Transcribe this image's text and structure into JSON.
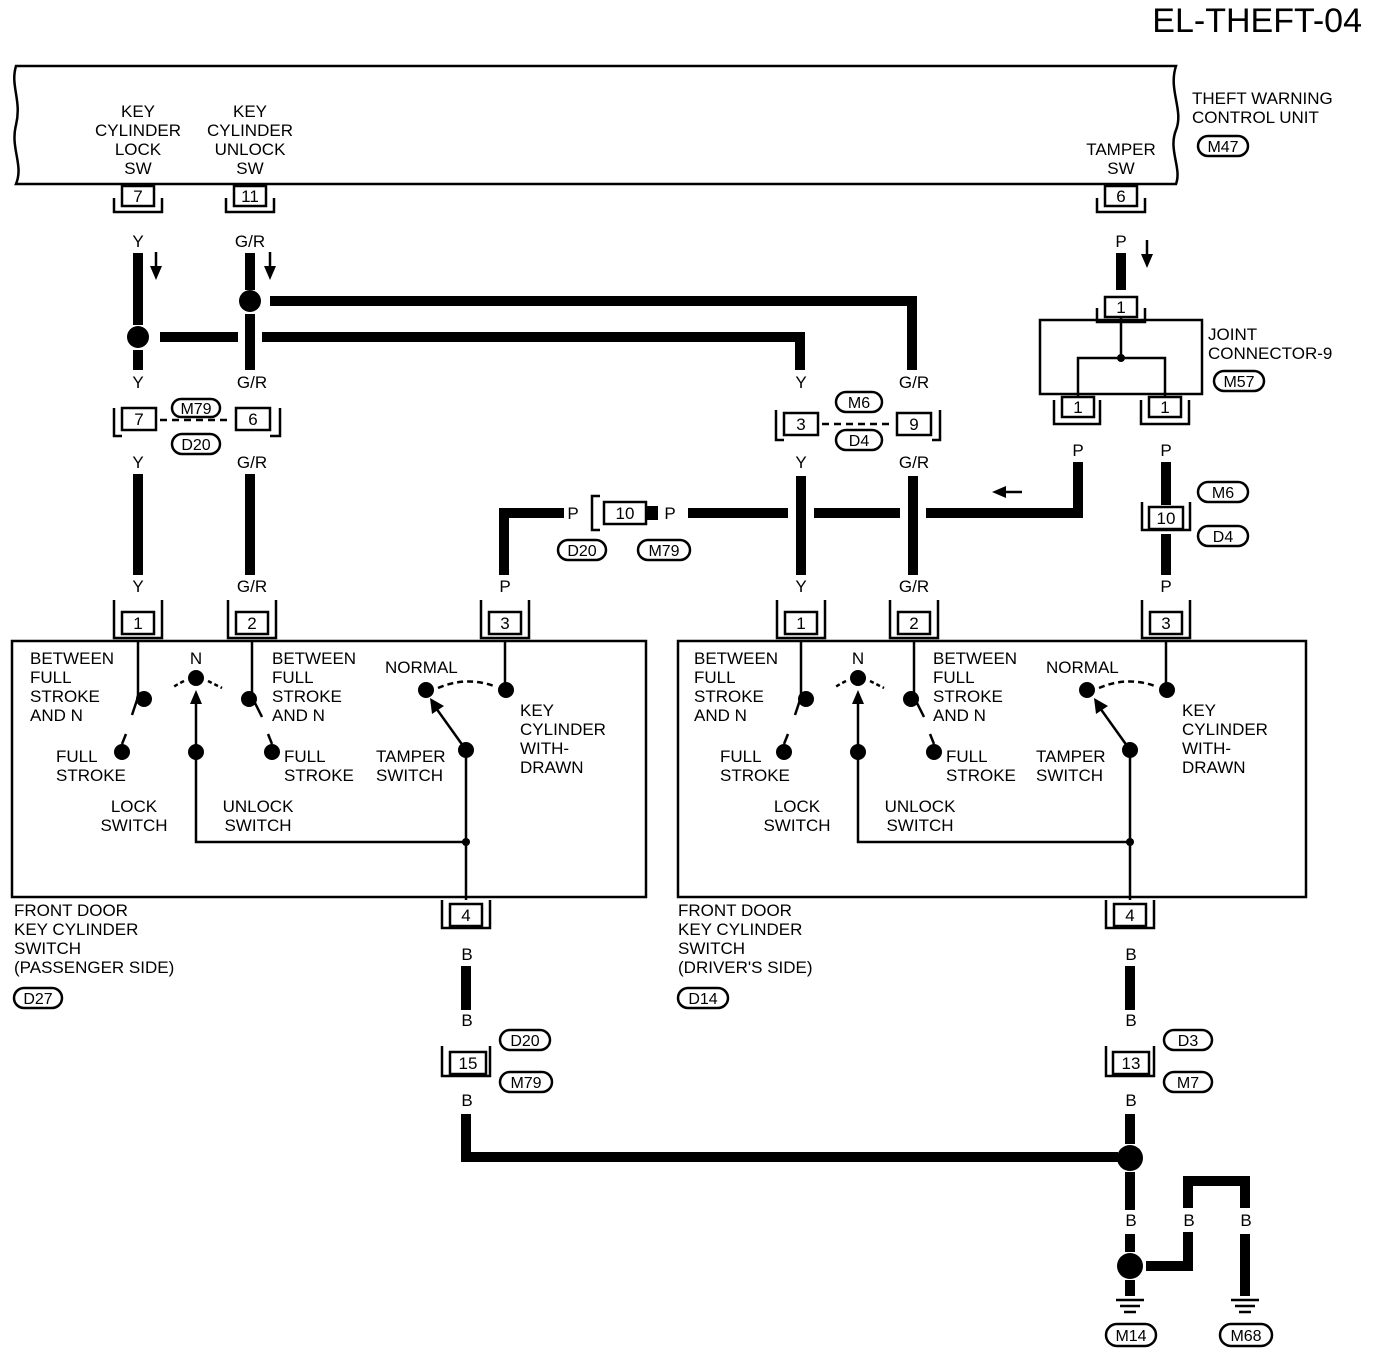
{
  "page_title": "EL-THEFT-04",
  "control_unit": {
    "name_line1": "THEFT WARNING",
    "name_line2": "CONTROL UNIT",
    "connector": "M47",
    "key_lock_sw": [
      "KEY",
      "CYLINDER",
      "LOCK",
      "SW"
    ],
    "key_unlock_sw": [
      "KEY",
      "CYLINDER",
      "UNLOCK",
      "SW"
    ],
    "tamper_sw": [
      "TAMPER",
      "SW"
    ],
    "pins": {
      "lock": "7",
      "unlock": "11",
      "tamper": "6"
    }
  },
  "joint_connector": {
    "name_line1": "JOINT",
    "name_line2": "CONNECTOR-9",
    "connector": "M57",
    "pins": [
      "1",
      "1",
      "1"
    ]
  },
  "wire_colors": {
    "y": "Y",
    "gr": "G/R",
    "p": "P",
    "b": "B"
  },
  "inline_connectors": {
    "pass_y": "7",
    "pass_gr": "6",
    "pass_top": "M79",
    "pass_bottom": "D20",
    "drv_y": "3",
    "drv_gr": "9",
    "drv_top": "M6",
    "drv_bottom": "D4",
    "mid_p": "10",
    "mid_left": "D20",
    "mid_right": "M79",
    "right_p": "10",
    "right_top": "M6",
    "right_bottom": "D4",
    "pass_b": "15",
    "pass_b_top": "D20",
    "pass_b_bottom": "M79",
    "drv_b": "13",
    "drv_b_top": "D3",
    "drv_b_bottom": "M7"
  },
  "switch_passenger": {
    "pins": [
      "1",
      "2",
      "3",
      "4"
    ],
    "between_left": [
      "BETWEEN",
      "FULL",
      "STROKE",
      "AND N"
    ],
    "n_label": "N",
    "between_right": [
      "BETWEEN",
      "FULL",
      "STROKE",
      "AND N"
    ],
    "normal": "NORMAL",
    "key_withdrawn": [
      "KEY",
      "CYLINDER",
      "WITH-",
      "DRAWN"
    ],
    "full_stroke_left": [
      "FULL",
      "STROKE"
    ],
    "full_stroke_right": [
      "FULL",
      "STROKE"
    ],
    "tamper_switch": [
      "TAMPER",
      "SWITCH"
    ],
    "lock_switch": [
      "LOCK",
      "SWITCH"
    ],
    "unlock_switch": [
      "UNLOCK",
      "SWITCH"
    ],
    "name": [
      "FRONT DOOR",
      "KEY CYLINDER",
      "SWITCH",
      "(PASSENGER SIDE)"
    ],
    "connector": "D27"
  },
  "switch_driver": {
    "pins": [
      "1",
      "2",
      "3",
      "4"
    ],
    "between_left": [
      "BETWEEN",
      "FULL",
      "STROKE",
      "AND N"
    ],
    "n_label": "N",
    "between_right": [
      "BETWEEN",
      "FULL",
      "STROKE",
      "AND N"
    ],
    "normal": "NORMAL",
    "key_withdrawn": [
      "KEY",
      "CYLINDER",
      "WITH-",
      "DRAWN"
    ],
    "full_stroke_left": [
      "FULL",
      "STROKE"
    ],
    "full_stroke_right": [
      "FULL",
      "STROKE"
    ],
    "tamper_switch": [
      "TAMPER",
      "SWITCH"
    ],
    "lock_switch": [
      "LOCK",
      "SWITCH"
    ],
    "unlock_switch": [
      "UNLOCK",
      "SWITCH"
    ],
    "name": [
      "FRONT DOOR",
      "KEY CYLINDER",
      "SWITCH",
      "(DRIVER'S SIDE)"
    ],
    "connector": "D14"
  },
  "grounds": {
    "left": "M14",
    "right": "M68"
  }
}
